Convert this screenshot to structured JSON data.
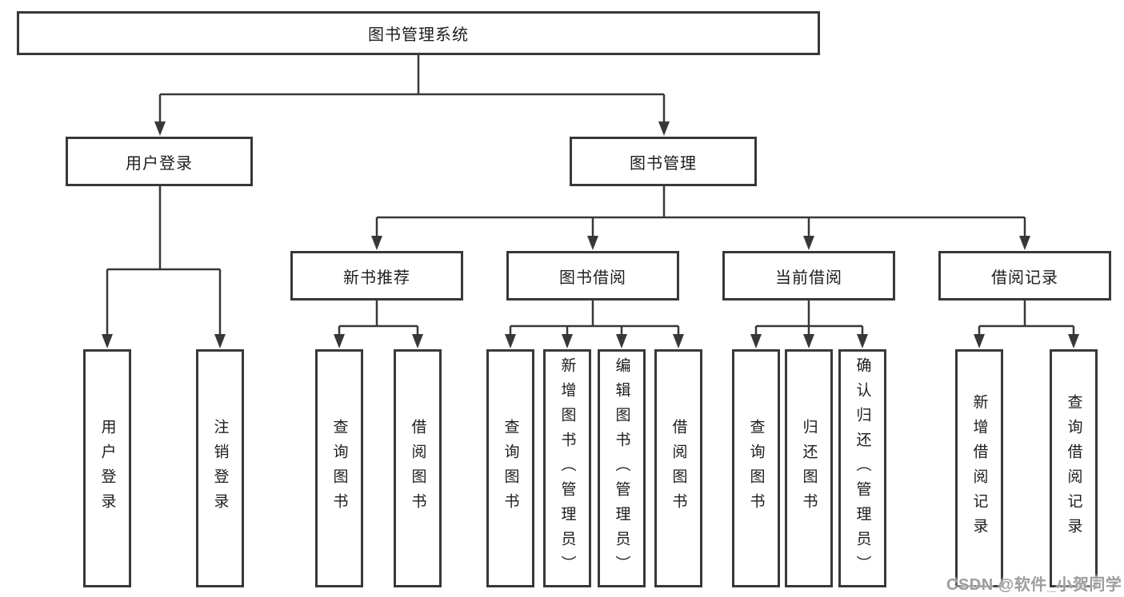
{
  "tree": {
    "label": "图书管理系统",
    "children": [
      {
        "label": "用户登录",
        "children": [
          {
            "label": "用户登录"
          },
          {
            "label": "注销登录"
          }
        ]
      },
      {
        "label": "图书管理",
        "children": [
          {
            "label": "新书推荐",
            "children": [
              {
                "label": "查询图书"
              },
              {
                "label": "借阅图书"
              }
            ]
          },
          {
            "label": "图书借阅",
            "children": [
              {
                "label": "查询图书"
              },
              {
                "label": "新增图书（管理员）"
              },
              {
                "label": "编辑图书（管理员）"
              },
              {
                "label": "借阅图书"
              }
            ]
          },
          {
            "label": "当前借阅",
            "children": [
              {
                "label": "查询图书"
              },
              {
                "label": "归还图书"
              },
              {
                "label": "确认归还（管理员）"
              }
            ]
          },
          {
            "label": "借阅记录",
            "children": [
              {
                "label": "新增借阅记录"
              },
              {
                "label": "查询借阅记录"
              }
            ]
          }
        ]
      }
    ]
  },
  "watermark": {
    "text": "CSDN @软件_小贺同学"
  },
  "colors": {
    "line": "#383838",
    "box_border": "#383838",
    "text": "#1d1d1d",
    "watermark": "#9d9d9d",
    "background": "#ffffff"
  }
}
